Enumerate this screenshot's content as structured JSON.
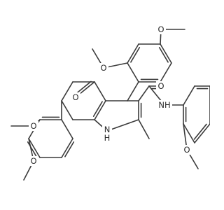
{
  "molecule": {
    "atom_labels": [
      "O",
      "O",
      "O",
      "O",
      "O",
      "O",
      "NH",
      "N",
      "H"
    ],
    "label_glyphs": {
      "o_top_right": "O",
      "o_ring_left": "O",
      "o_ketone": "O",
      "o_amide": "O",
      "nh_amide": "NH",
      "o_anisidine": "O",
      "o_veratryl_3": "O",
      "o_veratryl_4": "O",
      "n_ring": "N",
      "h_ring": "H"
    }
  }
}
